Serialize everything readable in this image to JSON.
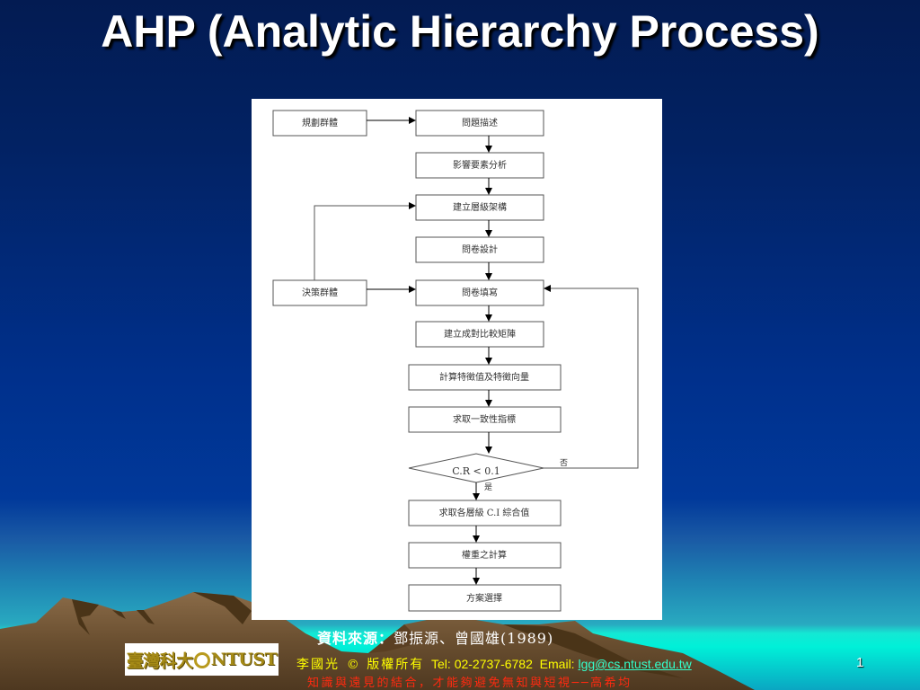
{
  "slide": {
    "title": "AHP (Analytic Hierarchy Process)",
    "page_number": "1"
  },
  "flowchart": {
    "side_nodes": {
      "planning_group": "規劃群體",
      "decision_group": "決策群體"
    },
    "steps": [
      "問題描述",
      "影響要素分析",
      "建立層級架構",
      "問卷設計",
      "問卷填寫",
      "建立成對比較矩陣",
      "計算特徵值及特徵向量",
      "求取一致性指標"
    ],
    "decision": {
      "label": "C.R < 0.1",
      "yes_label": "是",
      "no_label": "否"
    },
    "final_steps": [
      "求取各層級 C.I 綜合值",
      "權重之計算",
      "方案選擇"
    ]
  },
  "source": {
    "label": "資料來源：",
    "value": "鄧振源、曾國雄(1989)"
  },
  "footer": {
    "logo_text_cjk": "臺灣科大",
    "logo_text_latin": "NTUST",
    "author": "李國光",
    "copyright": "© 版權所有",
    "tel": "Tel: 02-2737-6782",
    "email_label": "Email:",
    "email": "lgg@cs.ntust.edu.tw",
    "motto": "知識與遠見的結合，才能夠避免無知與短視──高希均"
  },
  "colors": {
    "title": "#ffffff",
    "footer_text": "#ffff00",
    "email_link": "#33ffcc",
    "motto": "#ff2a10",
    "mountain_light": "#7a5f40",
    "mountain_dark": "#4a3418"
  }
}
